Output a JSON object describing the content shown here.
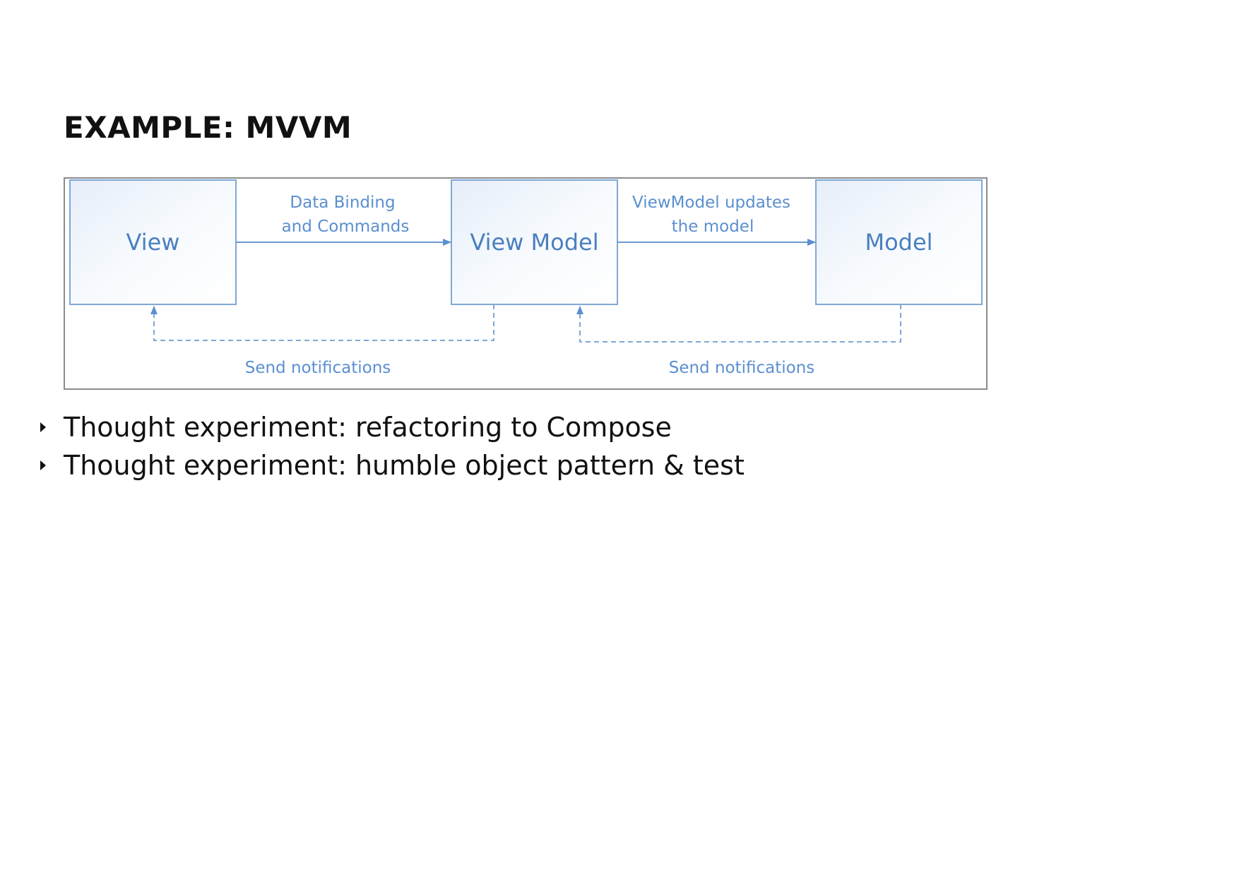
{
  "slide": {
    "title": "EXAMPLE: MVVM"
  },
  "diagram": {
    "nodes": {
      "view": "View",
      "view_model": "View Model",
      "model": "Model"
    },
    "edges": {
      "view_to_viewmodel": [
        "Data Binding",
        "and Commands"
      ],
      "viewmodel_to_model": [
        "ViewModel updates",
        "the model"
      ],
      "viewmodel_to_view": "Send notifications",
      "model_to_viewmodel": "Send notifications"
    },
    "colors": {
      "box_border": "#7fa8d6",
      "label_text": "#5b8fd0",
      "frame_border": "#8c8c8c"
    }
  },
  "bullets": [
    "Thought experiment: refactoring to Compose",
    "Thought experiment: humble object pattern & test"
  ]
}
